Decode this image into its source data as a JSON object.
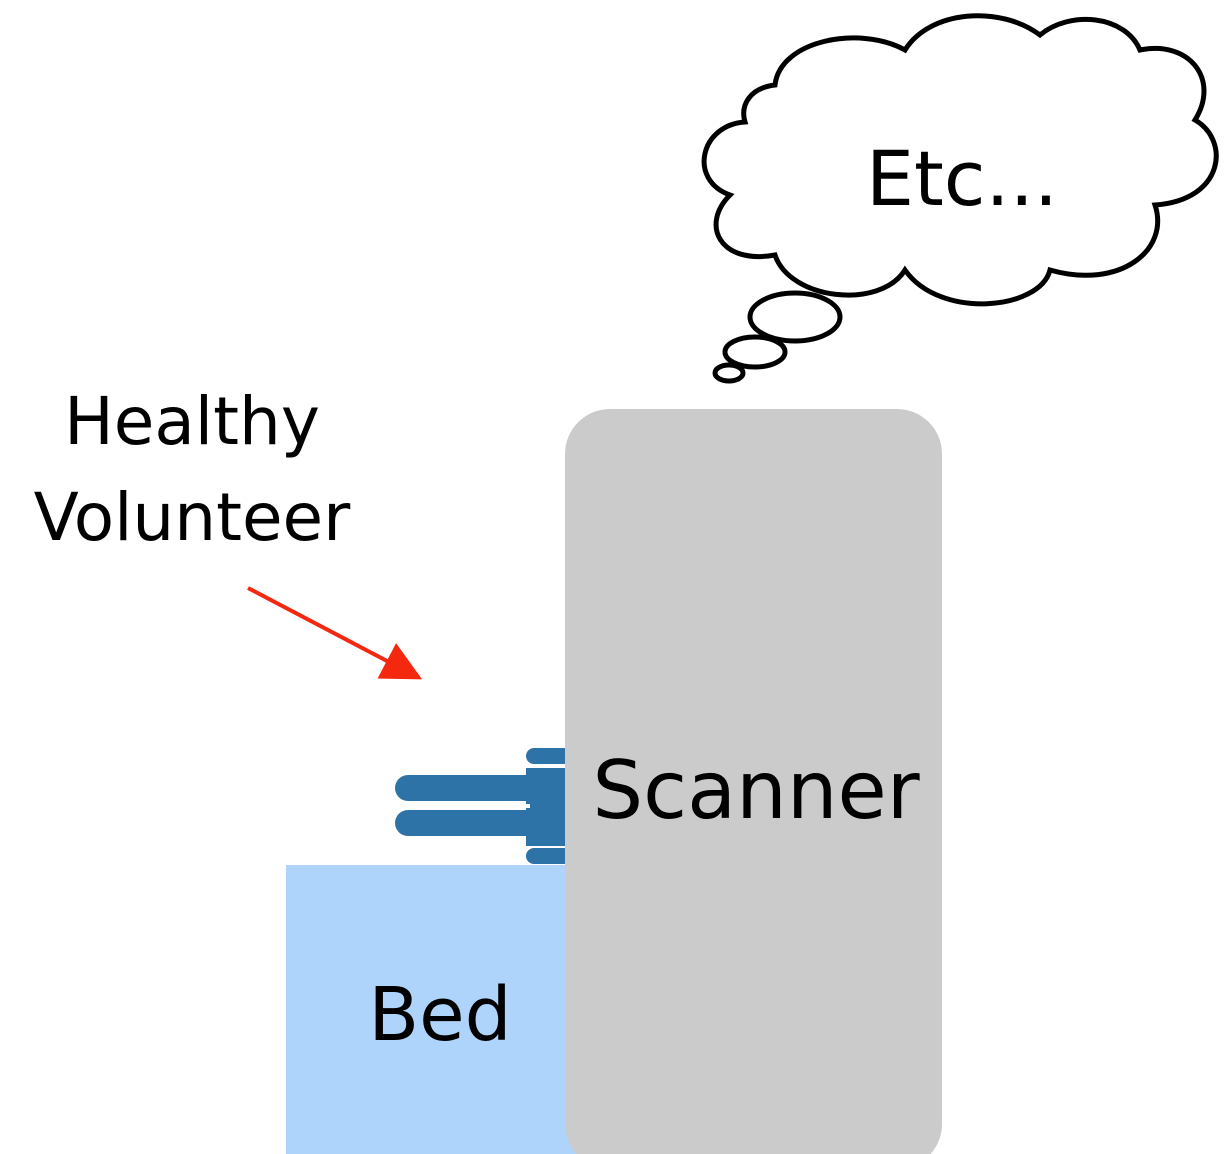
{
  "labels": {
    "healthy_line1": "Healthy",
    "healthy_line2": "Volunteer",
    "scanner": "Scanner",
    "bed": "Bed",
    "thought": "Etc..."
  },
  "colors": {
    "bed": "#aed4fc",
    "scanner": "#cbcbcb",
    "volunteer": "#2e73a8",
    "arrow": "#f4270f",
    "cloud_stroke": "#000000",
    "text": "#000000"
  },
  "icons": {
    "volunteer": "person-lying-icon",
    "thought": "thought-cloud-icon",
    "pointer": "arrow-icon"
  }
}
